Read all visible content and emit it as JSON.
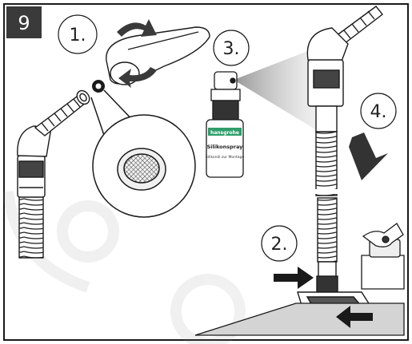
{
  "figure": {
    "step_badge": "9",
    "step_labels": {
      "one": "1.",
      "two": "2.",
      "three": "3.",
      "four": "4."
    },
    "spray_bottle": {
      "brand": "hansgrohe",
      "product": "Silikonspray",
      "fine_print": "Silikonöl zur Montage"
    },
    "colors": {
      "badge": "#3a3a3a",
      "line": "#1a1a1a",
      "bottle_label": "#2e9e6b",
      "spray_mist": "#bdbdbd",
      "countertop": "#d4d4d4"
    }
  }
}
